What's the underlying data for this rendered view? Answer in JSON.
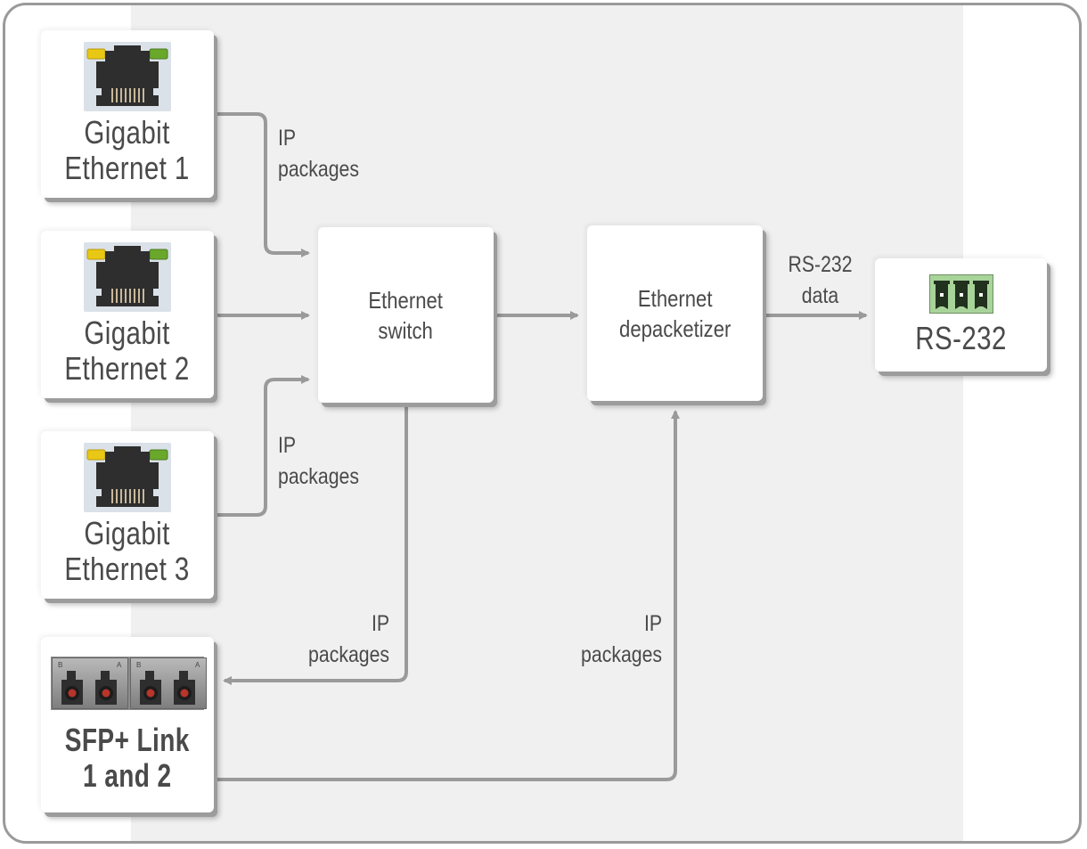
{
  "diagram": {
    "ports": {
      "gbe1": {
        "line1": "Gigabit",
        "line2": "Ethernet 1",
        "icon": "rj45-port-icon"
      },
      "gbe2": {
        "line1": "Gigabit",
        "line2": "Ethernet 2",
        "icon": "rj45-port-icon"
      },
      "gbe3": {
        "line1": "Gigabit",
        "line2": "Ethernet 3",
        "icon": "rj45-port-icon"
      },
      "sfp": {
        "line1": "SFP+ Link",
        "line2": "1 and 2",
        "icon": "sfp-port-icon",
        "port_letters": [
          "B",
          "A",
          "B",
          "A"
        ]
      },
      "rs232": {
        "label": "RS-232",
        "icon": "terminal-block-icon"
      }
    },
    "blocks": {
      "switch": {
        "line1": "Ethernet",
        "line2": "switch"
      },
      "depacketizer": {
        "line1": "Ethernet",
        "line2": "depacketizer"
      }
    },
    "wire_labels": {
      "gbe1_to_switch": {
        "line1": "IP",
        "line2": "packages"
      },
      "gbe3_to_switch": {
        "line1": "IP",
        "line2": "packages"
      },
      "switch_to_sfp": {
        "line1": "IP",
        "line2": "packages"
      },
      "sfp_to_depacketizer": {
        "line1": "IP",
        "line2": "packages"
      },
      "depacketizer_to_rs232": {
        "line1": "RS-232",
        "line2": "data"
      }
    },
    "colors": {
      "wire": "#9a9a9a",
      "text": "#4a4a4a",
      "band": "#f0f0f0",
      "led_yellow": "#e8c814",
      "led_green": "#6aa82c",
      "terminal_green": "#a8d49a",
      "fiber_red": "#b8352a"
    }
  }
}
